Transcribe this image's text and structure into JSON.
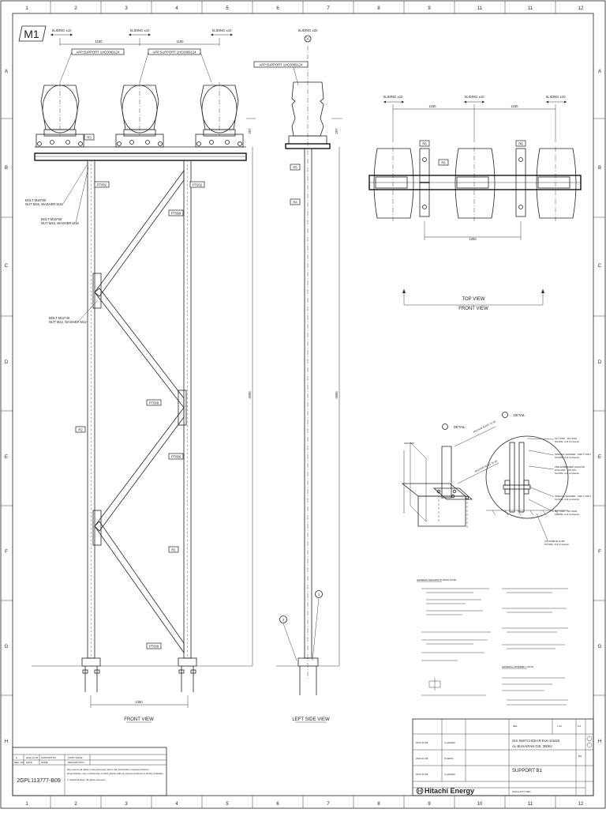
{
  "sheet": {
    "column_numbers": [
      "1",
      "2",
      "3",
      "4",
      "5",
      "6",
      "7",
      "8",
      "9",
      "11",
      "11",
      "12"
    ],
    "bottom_column_numbers": [
      "1",
      "2",
      "3",
      "4",
      "5",
      "6",
      "7",
      "8",
      "9",
      "10",
      "11",
      "12"
    ],
    "row_letters": [
      "A",
      "B",
      "C",
      "D",
      "E",
      "F",
      "G",
      "H"
    ]
  },
  "drawing": {
    "mark_label": "M1",
    "sliding_front": "SLIDING ±10",
    "sliding_side": "SLIDING ±20",
    "sliding_top": "SLIDING ±10",
    "app_support": "APP.SUPPORT 1HC0069124",
    "spacing": "1150",
    "height_main": "4695",
    "height_small": "267",
    "base_width": "1350",
    "bolt_m16": "BOLT M16*80",
    "nut_m16": "NUT M16, WASHER M16",
    "bolt_m16b": "BOLT M16*50",
    "nut_m16b": "NUT M16, WASHER M16",
    "bolt_m12": "BOLT M12*40",
    "nut_m12": "NUT M12, WASHER M12",
    "parts": {
      "r3": "R3",
      "r2": "R2",
      "pt002": "PT002",
      "pt009": "PT009",
      "r6": "R6",
      "r5": "R5",
      "r4": "R4",
      "r1": "R1"
    },
    "front_view": "FRONT VIEW",
    "left_side_view": "LEFT SIDE VIEW",
    "top_view": "TOP VIEW",
    "front_view2": "FRONT VIEW",
    "detail": "DETAIL",
    "detail_callouts": [
      "NUT M30 - ISO 4032",
      "SCOPE: civil contractor",
      "SPECIAL WASHER - M30 TYPE 2",
      "SCOPE: civil contractor",
      "PRE-EMBEDDED ANCHOR",
      "ROD M30 - DIN 976",
      "SCOPE: civil contractor",
      "SPECIAL WASHER - M30 TYPE 3",
      "SCOPE: civil contractor",
      "NUT M30 - ISO 4032",
      "SCOPE: civil contractor",
      "CONCRETE SLAB",
      "SCOPE: civil contractor"
    ],
    "notes_header_1": "GENERAL MANUFACTURING NOTE",
    "notes_header_2": "GENERAL ASSEMBLY NOTE"
  },
  "title_block": {
    "project_line1": "GIS SWITCHGEAR ELK-3/4420",
    "project_line2": "AL-BUHAIRAH GIS, 380kV",
    "document_title": "SUPPORT B1",
    "document_number": "2GPL113777-B09",
    "doc_number_small": "2GPL113777-B01",
    "company": "Hitachi Energy",
    "revision_row": [
      "A",
      "2022-12-05",
      "SUPPORT B1",
      "FIRST ISSUE"
    ],
    "revision_header": [
      "REV. NO.",
      "DATE",
      "NAME",
      "DESCRIPTION"
    ],
    "rights_text_1": "We reserve all rights in this document and in the information contained therein.",
    "rights_text_2": "Reproduction, use or disclosure to third parties without express authority is strictly forbidden.",
    "rights_text_3": "© Hitachi Energy. All rights reserved.",
    "dates": [
      "2022-12-05",
      "2022-12-05",
      "2022-12-05"
    ],
    "names": [
      "A.AHADIC",
      "P.HEISS",
      "A.AHADIC"
    ],
    "status": "REL",
    "scale": "1:10",
    "sheet": "1/1",
    "lang": "EN"
  },
  "colors": {
    "ink": "#222222",
    "paper": "#ffffff"
  }
}
